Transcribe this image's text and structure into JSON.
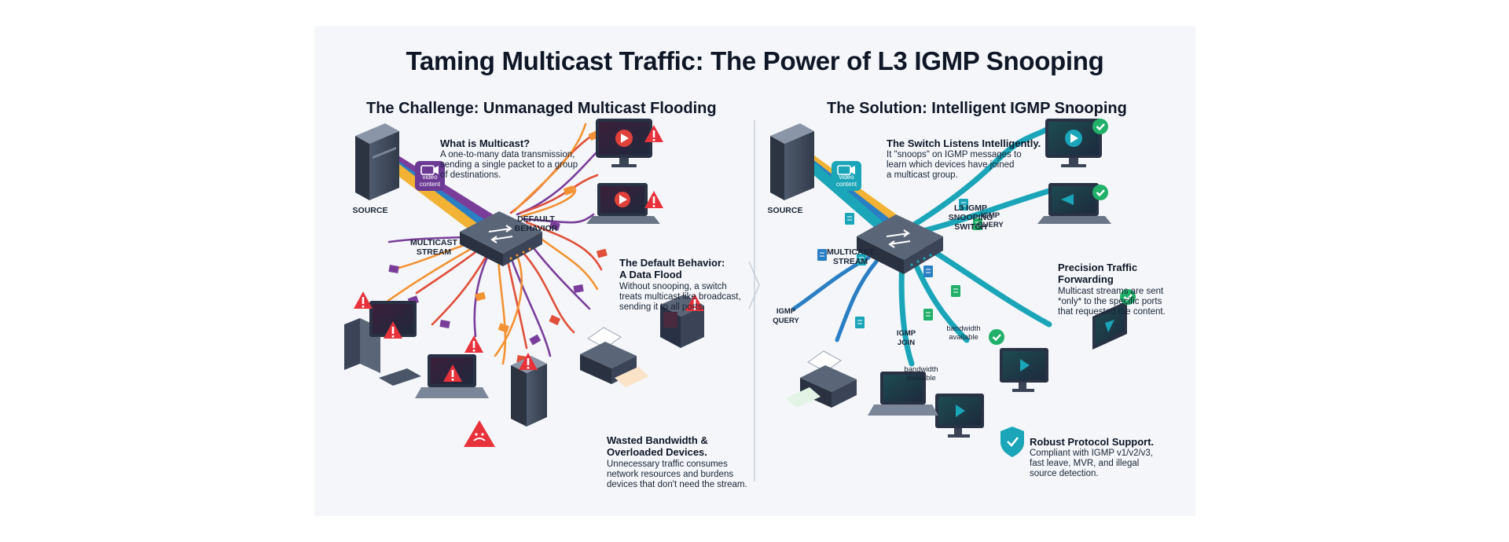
{
  "title": "Taming Multicast Traffic: The Power of L3 IGMP Snooping",
  "challenge": {
    "heading": "The Challenge: Unmanaged Multicast Flooding",
    "what_title": "What is Multicast?",
    "what_body": [
      "A one-to-many data transmission,",
      "sending a single packet to a group",
      "of destinations."
    ],
    "source_label": "SOURCE",
    "video_label": [
      "video",
      "content"
    ],
    "stream_label": [
      "MULTICAST",
      "STREAM"
    ],
    "default_label": [
      "DEFAULT",
      "BEHAVIOR"
    ],
    "flood_title": [
      "The Default Behavior:",
      "A Data Flood"
    ],
    "flood_body": [
      "Without snooping, a switch",
      "treats multicast like broadcast,",
      "sending it to all ports."
    ],
    "waste_title": [
      "Wasted Bandwidth &",
      "Overloaded Devices."
    ],
    "waste_body": [
      "Unnecessary traffic consumes",
      "network resources and burdens",
      "devices that don't need the stream."
    ]
  },
  "solution": {
    "heading": "The Solution: Intelligent IGMP Snooping",
    "listen_title": "The Switch Listens Intelligently.",
    "listen_body": [
      "It \"snoops\" on IGMP messages to",
      "learn which devices have joined",
      "a multicast group."
    ],
    "source_label": "SOURCE",
    "video_label": [
      "video",
      "content"
    ],
    "stream_label": [
      "MULTICAST",
      "STREAM"
    ],
    "switch_label": [
      "L3 IGMP",
      "SNOOPING",
      "SWITCH"
    ],
    "query_label_top": [
      "IGMP",
      "QUERY"
    ],
    "query_label_left": [
      "IGMP",
      "QUERY"
    ],
    "join_label": [
      "IGMP",
      "JOIN"
    ],
    "bandwidth_label_1": [
      "bandwidth",
      "available"
    ],
    "bandwidth_label_2": [
      "bandwidth",
      "available"
    ],
    "precision_title": [
      "Precision Traffic",
      "Forwarding"
    ],
    "precision_body": [
      "Multicast streams are sent",
      "*only* to the specific ports",
      "that requested the content."
    ],
    "robust_title": "Robust Protocol Support.",
    "robust_body": [
      "Compliant with IGMP v1/v2/v3,",
      "fast leave, MVR, and illegal",
      "source detection."
    ]
  },
  "colors": {
    "panel_bg": "#f4f6f9",
    "flood_red": "#e0503a",
    "flood_orange": "#f39233",
    "flood_purple": "#7a3e9a",
    "precise_teal": "#1aa5b8",
    "precise_blue": "#2a7fc4",
    "warning_red": "#e8323b",
    "ok_green": "#21b069"
  }
}
